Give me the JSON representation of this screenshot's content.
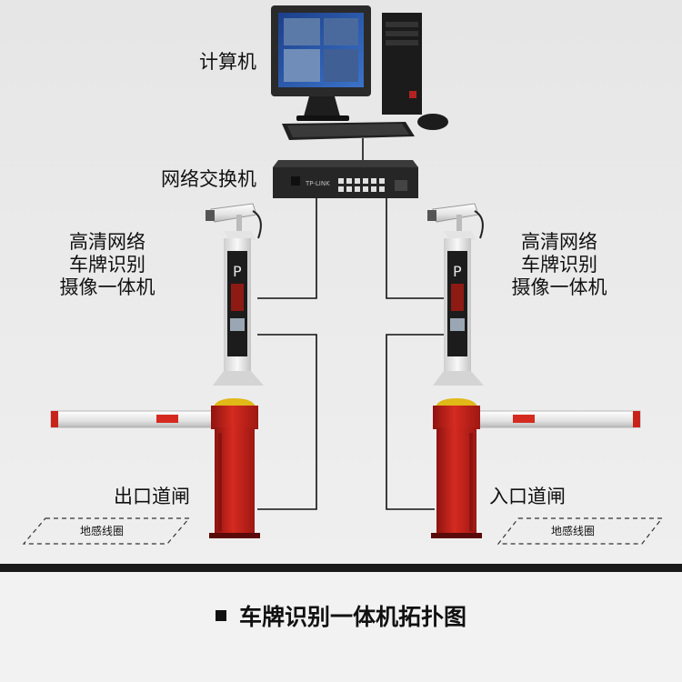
{
  "labels": {
    "computer": "计算机",
    "switch": "网络交换机",
    "camera_left": [
      "高清网络",
      "车牌识别",
      "摄像一体机"
    ],
    "camera_right": [
      "高清网络",
      "车牌识别",
      "摄像一体机"
    ],
    "gate_exit": "出口道闸",
    "gate_entry": "入口道闸",
    "loop_left": "地感线圈",
    "loop_right": "地感线圈",
    "kiosk_left_letter": "P",
    "kiosk_right_letter": "P",
    "switch_brand": "TP-LINK"
  },
  "caption": "车牌识别一体机拓扑图",
  "colors": {
    "gate_red": "#c8231b",
    "wire": "#111111",
    "pole": "#e8e8e8"
  }
}
